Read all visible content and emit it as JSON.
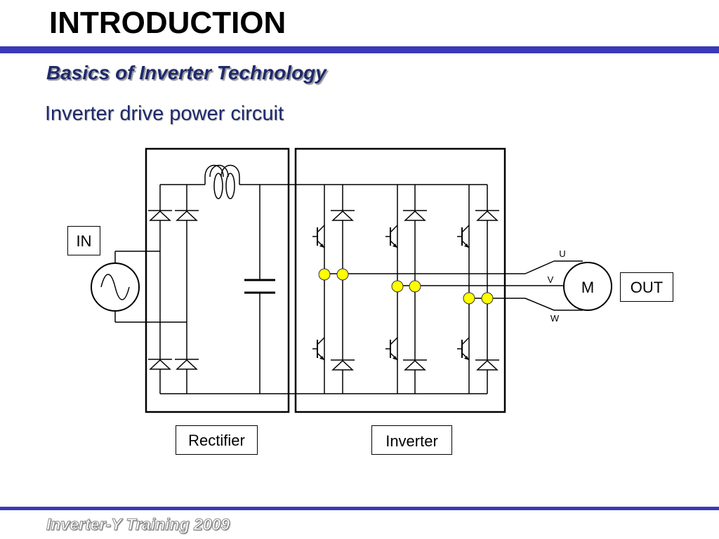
{
  "slide": {
    "title": "INTRODUCTION",
    "subtitle": "Basics of Inverter Technology",
    "heading": "Inverter drive power circuit"
  },
  "diagram": {
    "in_label": "IN",
    "out_label": "OUT",
    "motor_label": "M",
    "phase_u": "U",
    "phase_v": "V",
    "phase_w": "W",
    "rectifier_label": "Rectifier",
    "inverter_label": "Inverter"
  },
  "footer": {
    "text": "Inverter-Y Training 2009"
  },
  "colors": {
    "accent_rule": "#3a3ab8",
    "heading_text": "#1f2a6b",
    "node_dot": "#ffff00"
  }
}
